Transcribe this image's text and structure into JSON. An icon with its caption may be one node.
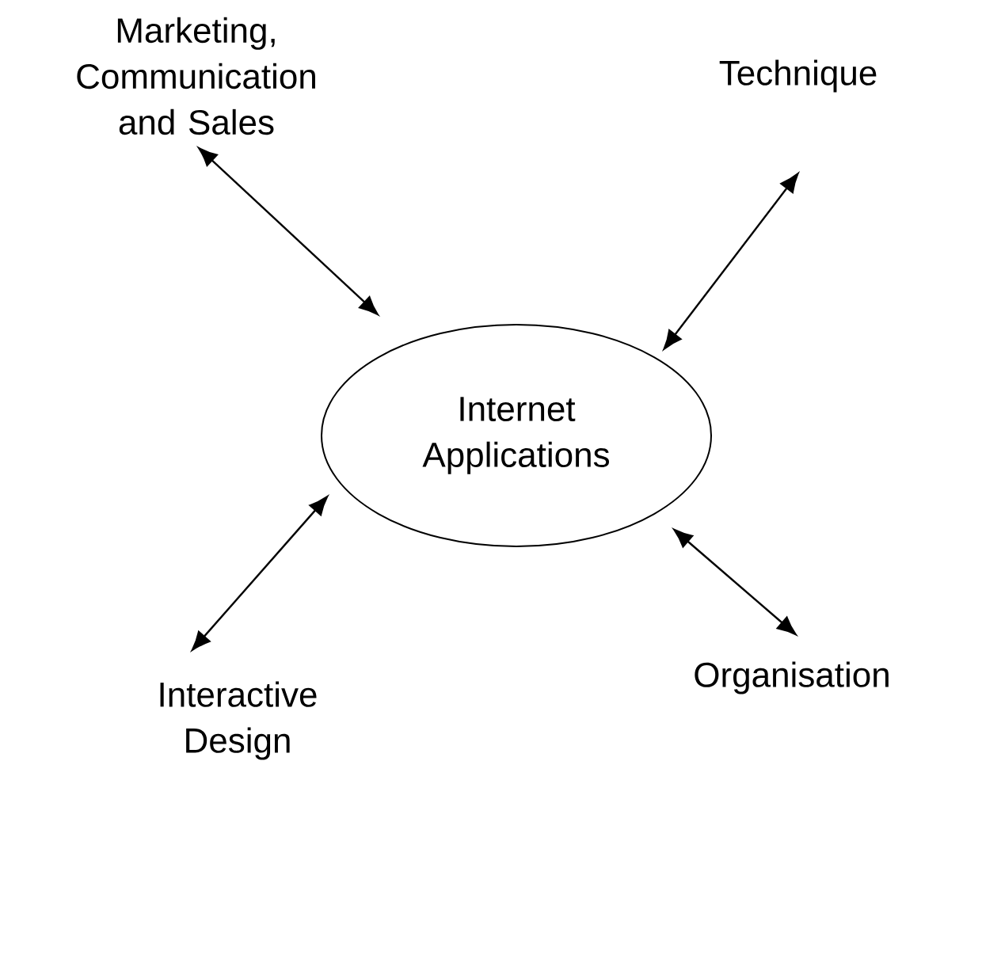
{
  "diagram": {
    "nodes": [
      {
        "text": [
          "Marketing, Communication and Sales"
        ]
      },
      {
        "text": [
          "Technique"
        ]
      },
      {
        "text": [
          "Internet Applications"
        ]
      },
      {
        "text": [
          "Interactive Design"
        ]
      },
      {
        "text": [
          "Organisation"
        ]
      }
    ],
    "edges": [
      {
        "from": 0,
        "to": 2,
        "arrow": "both"
      },
      {
        "from": 1,
        "to": 2,
        "arrow": "both"
      },
      {
        "from": 3,
        "to": 2,
        "arrow": "both"
      },
      {
        "from": 4,
        "to": 2,
        "arrow": "both"
      }
    ]
  }
}
